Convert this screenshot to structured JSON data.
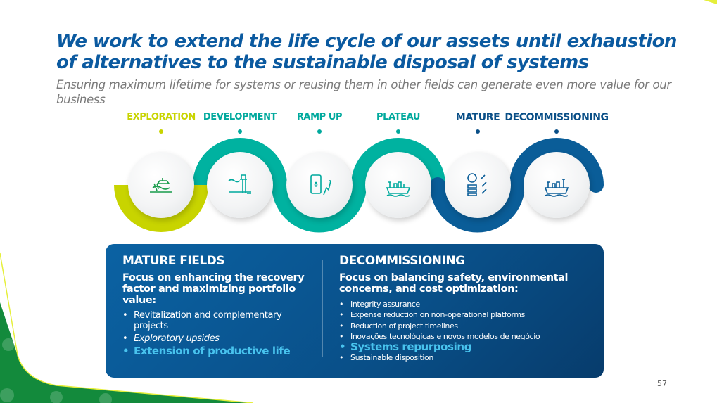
{
  "title": "We work to extend the life cycle of our assets until exhaustion of alternatives to the sustainable disposal of systems",
  "subtitle": "Ensuring maximum lifetime for systems or reusing them in other fields can generate even more value for our business",
  "stages": [
    {
      "label": "EXPLORATION",
      "color": "#c8d400",
      "icon": "offshore-exploration-icon"
    },
    {
      "label": "DEVELOPMENT",
      "color": "#00a99d",
      "icon": "drilling-platform-icon"
    },
    {
      "label": "RAMP UP",
      "color": "#00a99d",
      "icon": "oil-barrel-growth-icon"
    },
    {
      "label": "PLATEAU",
      "color": "#00a99d",
      "icon": "fpso-ship-icon"
    },
    {
      "label": "MATURE",
      "color": "#0a4f87",
      "icon": "cost-optimization-icon"
    },
    {
      "label": "DECOMMISSIONING",
      "color": "#0a4f87",
      "icon": "decommissioned-ship-icon"
    }
  ],
  "mature": {
    "heading": "MATURE FIELDS",
    "focus": "Focus on enhancing the recovery factor and maximizing portfolio value:",
    "items": [
      "Revitalization and complementary projects",
      "Exploratory upsides",
      "Extension of productive life"
    ]
  },
  "decom": {
    "heading": "DECOMMISSIONING",
    "focus": "Focus on balancing safety, environmental concerns, and cost optimization:",
    "items": [
      "Integrity assurance",
      "Expense reduction on non-operational platforms",
      "Reduction of project timelines",
      "Inovações tecnológicas e novos modelos de negócio",
      "Systems repurposing",
      "Sustainable disposition"
    ]
  },
  "page_number": "57"
}
